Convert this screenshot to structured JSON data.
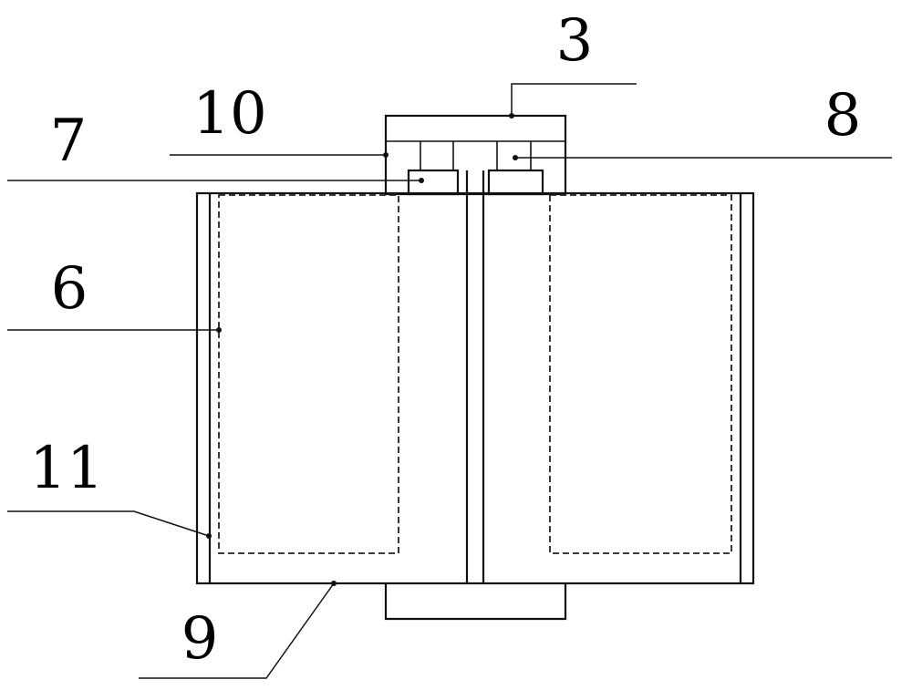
{
  "figure": {
    "labels": {
      "l3": "3",
      "l10": "10",
      "l7": "7",
      "l8": "8",
      "l6": "6",
      "l11": "11",
      "l9": "9"
    }
  }
}
